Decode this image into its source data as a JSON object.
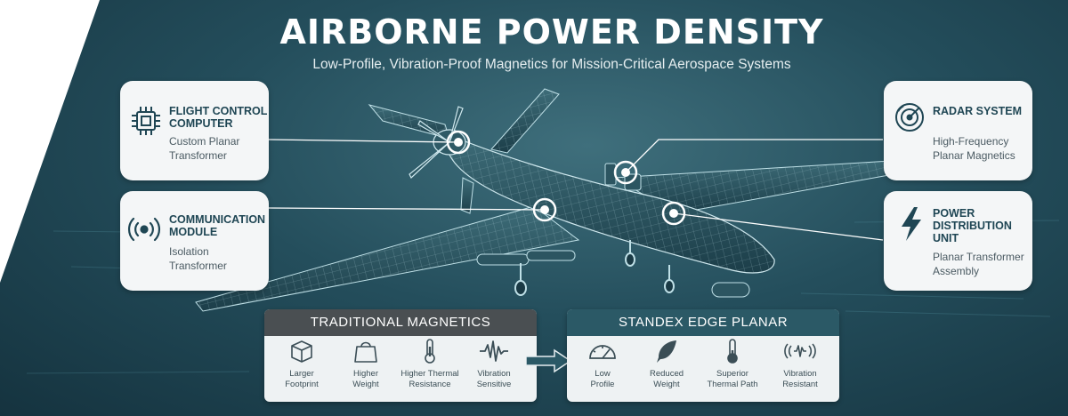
{
  "title": "AIRBORNE POWER DENSITY",
  "subtitle": "Low-Profile, Vibration-Proof Magnetics for Mission-Critical Aerospace Systems",
  "cards": [
    {
      "id": "fcc",
      "icon": "chip-icon",
      "title_lines": [
        "FLIGHT CONTROL",
        "COMPUTER"
      ],
      "desc_lines": [
        "Custom Planar",
        "Transformer"
      ]
    },
    {
      "id": "comm",
      "icon": "antenna-signal-icon",
      "title_lines": [
        "COMMUNICATION",
        "MODULE"
      ],
      "desc_lines": [
        "Isolation",
        "Transformer"
      ]
    },
    {
      "id": "radar",
      "icon": "radar-icon",
      "title_lines": [
        "RADAR SYSTEM"
      ],
      "desc_lines": [
        "High-Frequency",
        "Planar Magnetics"
      ]
    },
    {
      "id": "pdu",
      "icon": "lightning-bolt-icon",
      "title_lines": [
        "POWER",
        "DISTRIBUTION",
        "UNIT"
      ],
      "desc_lines": [
        "Planar Transformer",
        "Assembly"
      ]
    }
  ],
  "traditional": {
    "heading": "TRADITIONAL MAGNETICS",
    "features": [
      {
        "icon": "cube-icon",
        "label_lines": [
          "Larger",
          "Footprint"
        ]
      },
      {
        "icon": "weight-bag-icon",
        "label_lines": [
          "Higher",
          "Weight"
        ]
      },
      {
        "icon": "thermometer-icon",
        "label_lines": [
          "Higher Thermal",
          "Resistance"
        ]
      },
      {
        "icon": "vibration-wave-icon",
        "label_lines": [
          "Vibration",
          "Sensitive"
        ]
      }
    ]
  },
  "standex": {
    "heading": "STANDEX EDGE PLANAR",
    "features": [
      {
        "icon": "gauge-icon",
        "label_lines": [
          "Low",
          "Profile"
        ]
      },
      {
        "icon": "feather-icon",
        "label_lines": [
          "Reduced",
          "Weight"
        ]
      },
      {
        "icon": "thermometer-icon",
        "label_lines": [
          "Superior",
          "Thermal Path"
        ]
      },
      {
        "icon": "vibration-resistant-icon",
        "label_lines": [
          "Vibration",
          "Resistant"
        ]
      }
    ]
  },
  "colors": {
    "background": "#1f4654",
    "accent_teal": "#2b5966",
    "traditional_header": "#4a4f52",
    "card_text": "#1f4654"
  }
}
